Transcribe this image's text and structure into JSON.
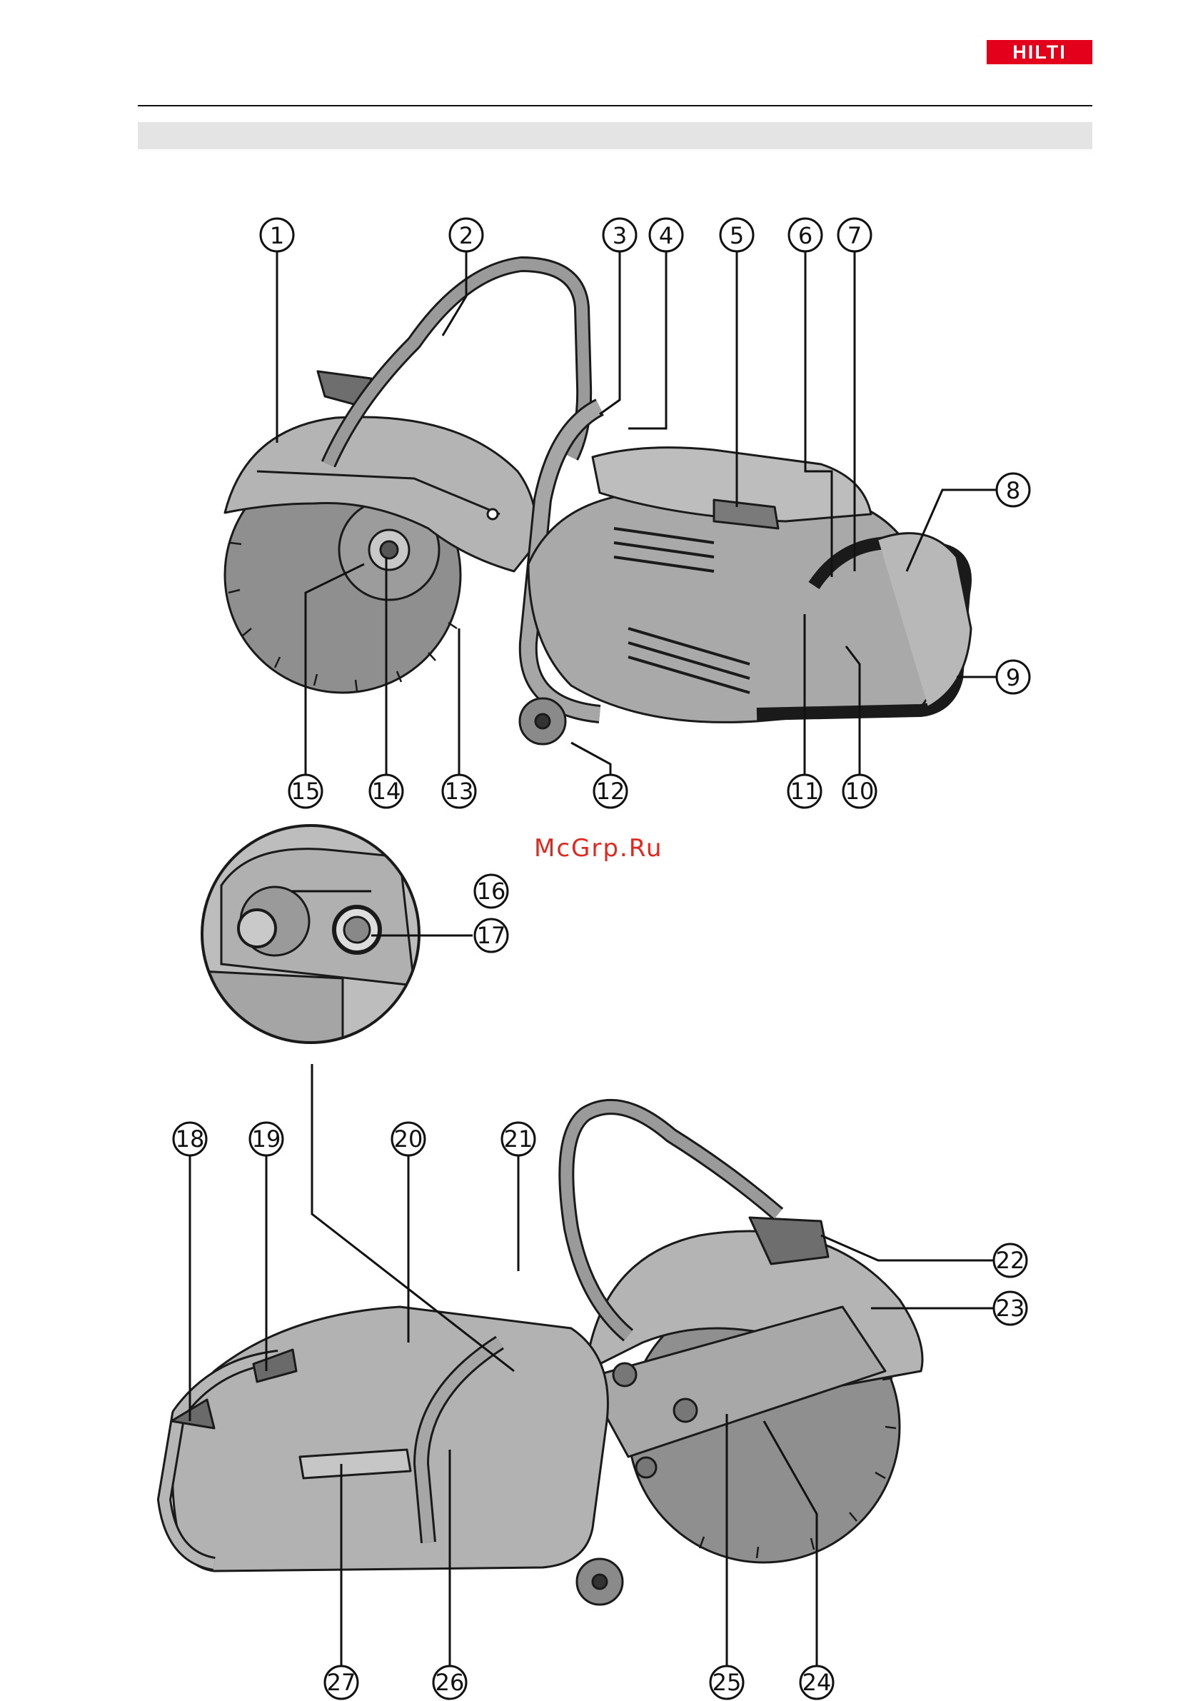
{
  "brand": {
    "logo_text": "HILTI",
    "logo_color": "#e2001a"
  },
  "watermark": {
    "text": "McGrp.Ru",
    "color": "#e2281e"
  },
  "figure": {
    "upper_callouts": [
      "1",
      "2",
      "3",
      "4",
      "5",
      "6",
      "7",
      "8",
      "9",
      "10",
      "11",
      "12",
      "13",
      "14",
      "15"
    ],
    "lower_callouts": [
      "16",
      "17",
      "18",
      "19",
      "20",
      "21",
      "22",
      "23",
      "24",
      "25",
      "26",
      "27"
    ]
  }
}
